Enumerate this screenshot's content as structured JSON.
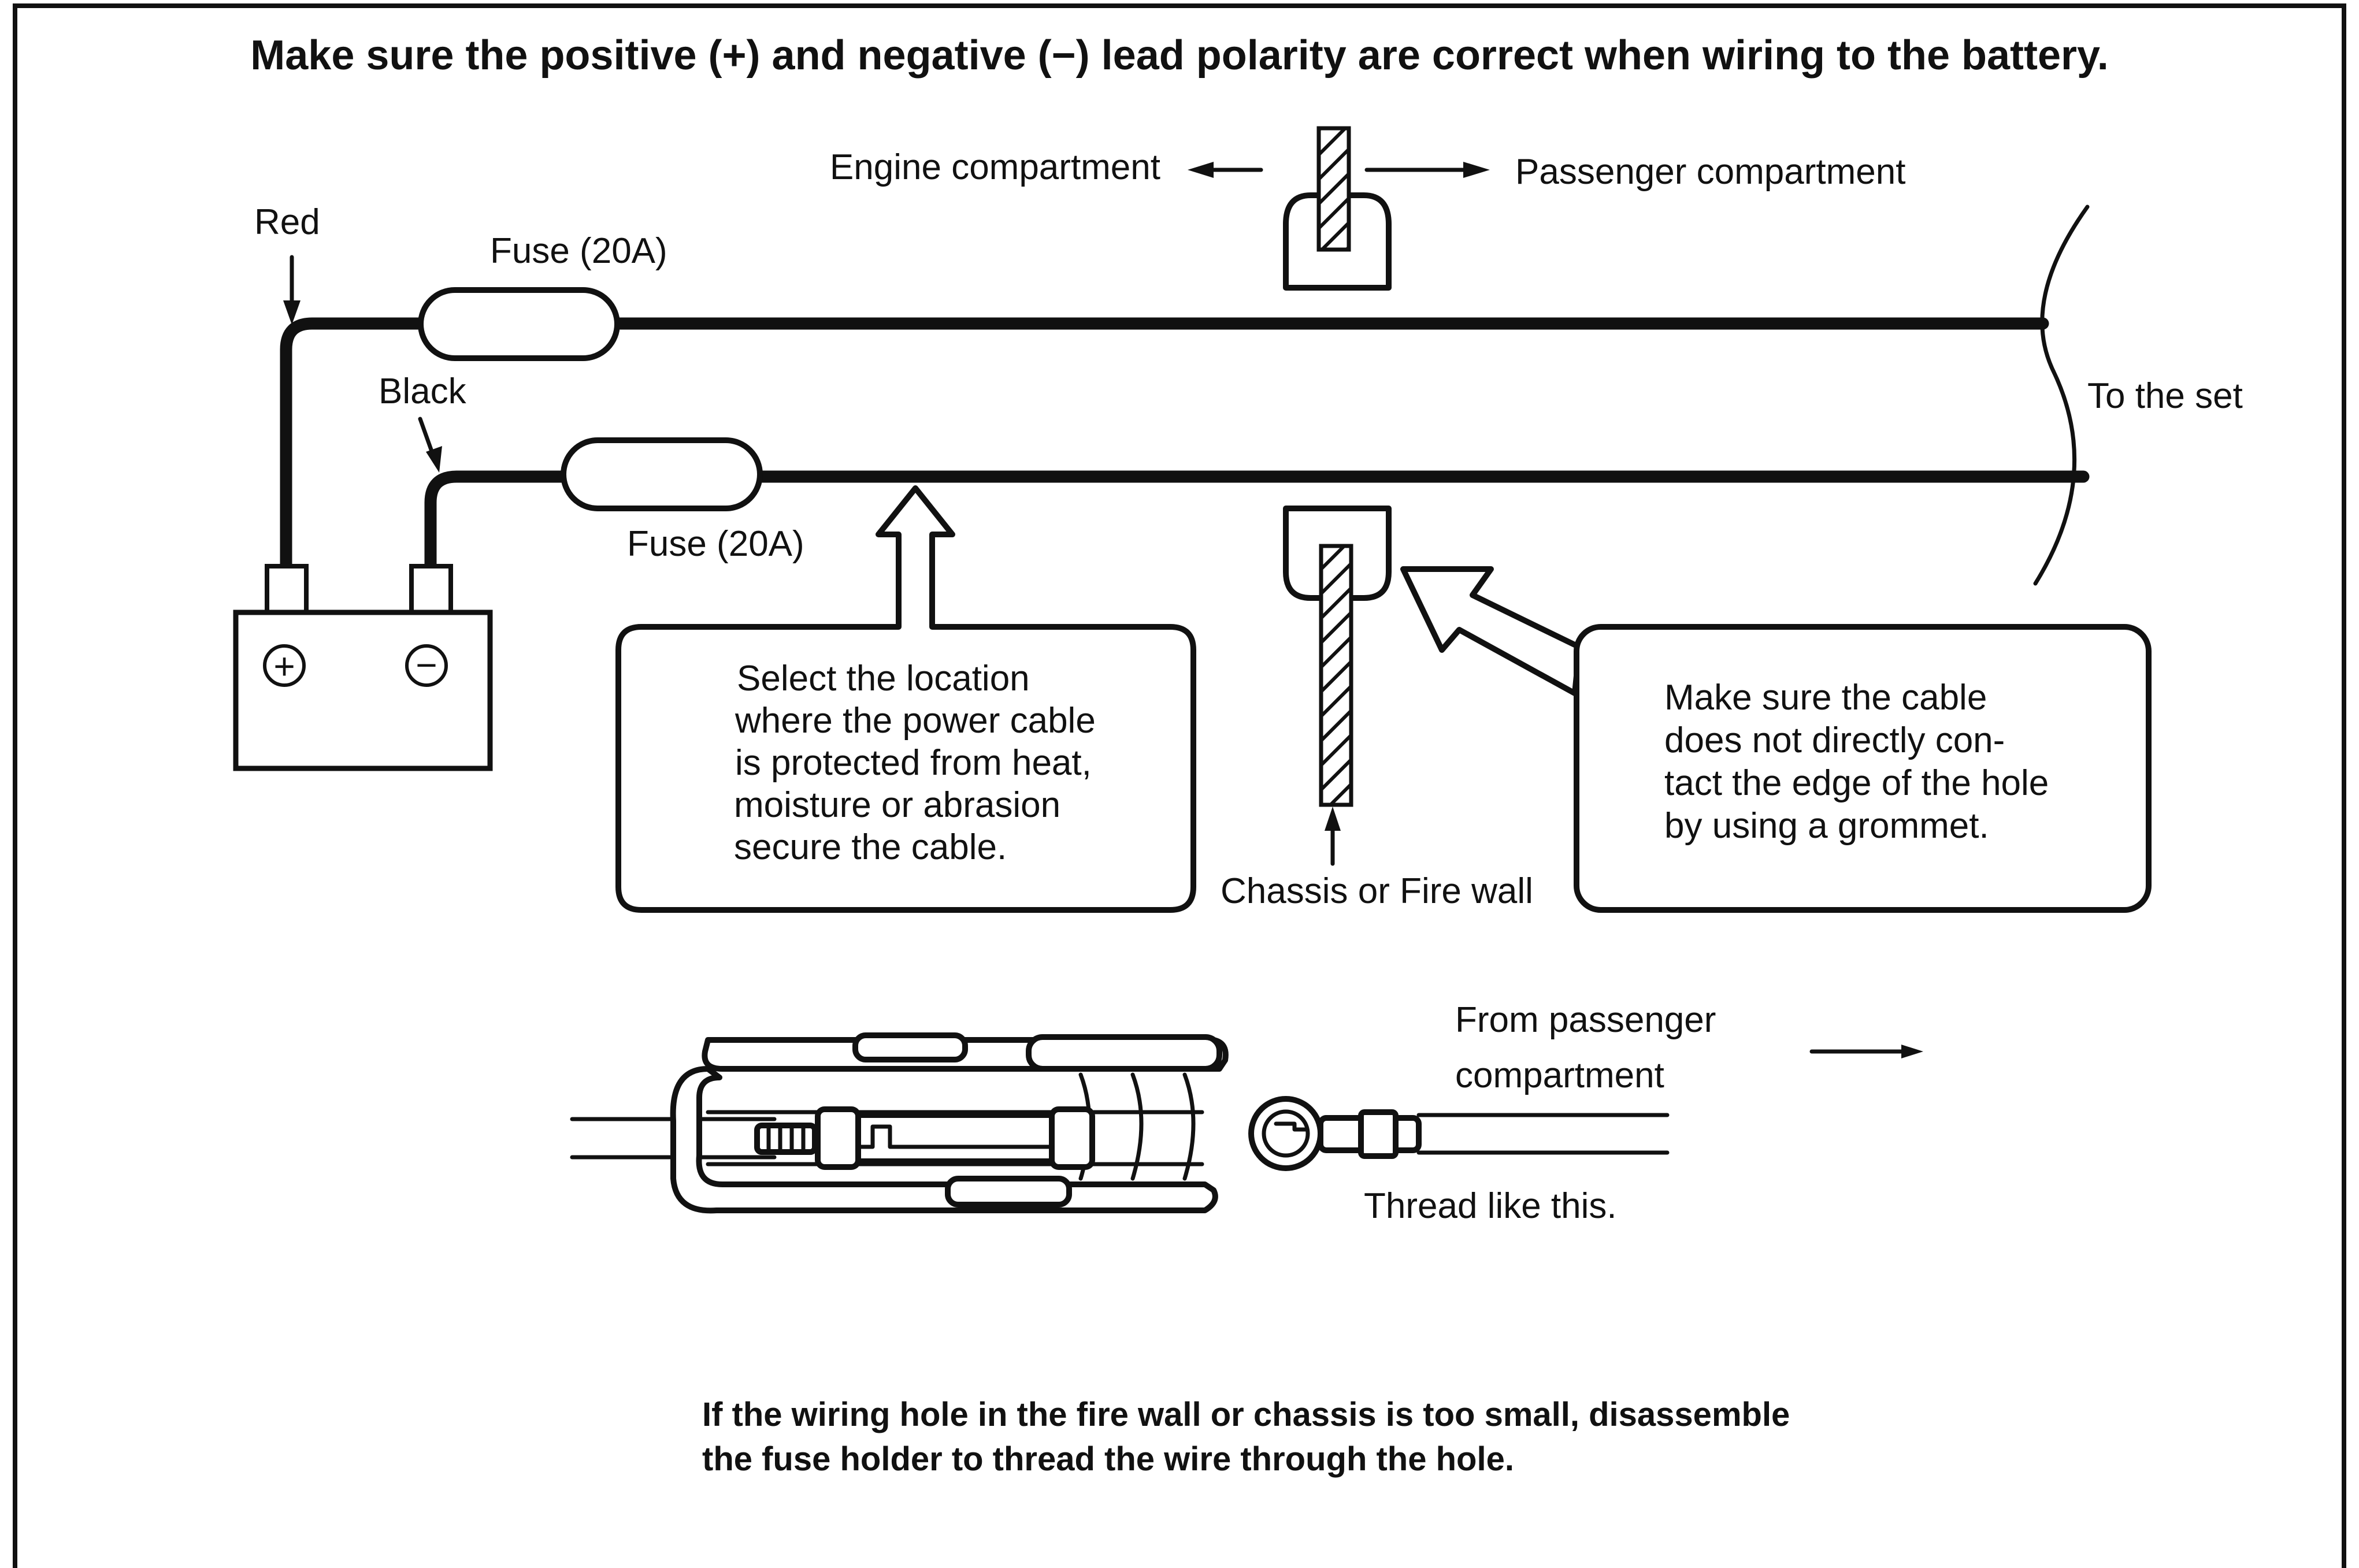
{
  "heading": "Make sure the positive (+) and negative (−) lead polarity are correct when wiring to the battery.",
  "labels": {
    "engine_compartment": "Engine compartment",
    "passenger_compartment": "Passenger compartment",
    "red": "Red",
    "black": "Black",
    "fuse_top": "Fuse (20A)",
    "fuse_bottom": "Fuse (20A)",
    "to_the_set": "To the set",
    "chassis": "Chassis or Fire wall",
    "from_passenger_line1": "From passenger",
    "from_passenger_line2": "compartment",
    "thread_like_this": "Thread like this."
  },
  "callouts": {
    "location": [
      "Select the location",
      "where the power cable",
      "is protected from heat,",
      "moisture or abrasion",
      "secure the cable."
    ],
    "grommet": [
      "Make sure the cable",
      "does not directly con-",
      "tact the edge of the hole",
      "by using a grommet."
    ]
  },
  "battery": {
    "positive_symbol": "+",
    "negative_symbol": "−"
  },
  "bottom_note": [
    "If the wiring hole in the fire wall or chassis is too small, disassemble",
    "the fuse holder to thread the wire through the hole."
  ],
  "icons": [
    "battery-icon",
    "fuse-icon",
    "grommet-icon",
    "arrow-icon",
    "fuse-holder-icon",
    "hatched-wall-icon"
  ]
}
